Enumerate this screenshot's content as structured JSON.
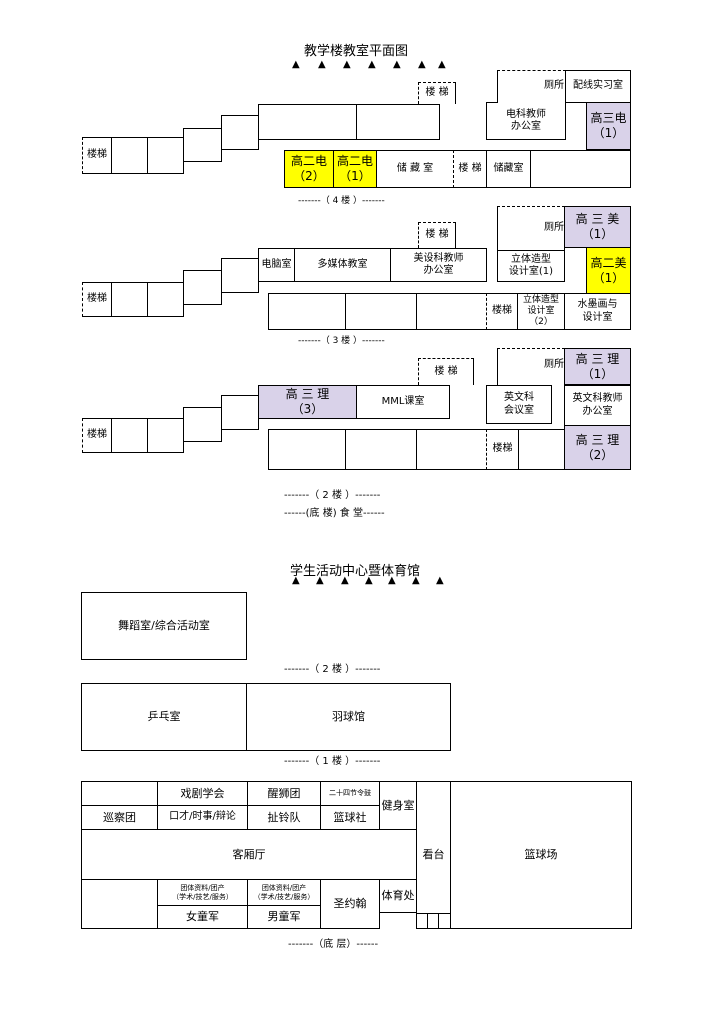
{
  "teaching_building": {
    "title": "教学楼教室平面图",
    "floor4": {
      "stairs_left": "楼梯",
      "stairs_top": "楼 梯",
      "gao2dian2": "高二电\n（2）",
      "gao2dian1": "高二电\n（1）",
      "storage1": "储 藏 室",
      "stairs_mid": "楼 梯",
      "storage2": "储藏室",
      "toilet": "厕所",
      "wiring_room": "配线实习室",
      "ee_office": "电科教师\n办公室",
      "gao3dian1": "高三电\n（1）",
      "caption": "-------（ 4  楼 ）-------"
    },
    "floor3": {
      "stairs_left": "楼梯",
      "stairs_top": "楼 梯",
      "computer_room": "电脑室",
      "multimedia": "多媒体教室",
      "art_office": "美设科教师\n办公室",
      "model_room1": "立体造型\n设计室(1)",
      "toilet": "厕所",
      "gao3mei1": "高 三 美\n（1）",
      "gao2mei1": "高二美\n（1）",
      "stairs_right": "楼梯",
      "model_room2": "立体造型\n设计室\n（2）",
      "ink_room": "水墨画与\n设计室",
      "caption": "-------（ 3  楼 ）-------"
    },
    "floor2": {
      "stairs_left": "楼梯",
      "stairs_top": "楼 梯",
      "gao3li3": "高 三 理\n（3）",
      "mml_room": "MML课室",
      "eng_meeting": "英文科\n会议室",
      "toilet": "厕所",
      "gao3li1": "高 三 理\n（1）",
      "eng_office": "英文科教师\n办公室",
      "stairs_right": "楼梯",
      "gao3li2": "高 三 理\n（2）",
      "caption": "-------（  2   楼 ）-------",
      "ground_caption": "------(底  楼)  食 堂------"
    }
  },
  "activity_center": {
    "title": "学生活动中心暨体育馆",
    "floor2": {
      "dance_room": "舞蹈室/综合活动室",
      "caption": "-------（  2   楼 ）-------"
    },
    "floor1": {
      "pingpong": "乒乓室",
      "badminton": "羽球馆",
      "caption": "-------（  1   楼 ）-------"
    },
    "ground": {
      "drama": "戏剧学会",
      "lion": "醒狮团",
      "drum": "二十四节令鼓",
      "gym": "健身室",
      "stand": "看台",
      "basketball_court": "篮球场",
      "patrol": "巡察团",
      "debate": "口才/时事/辩论",
      "bell": "扯铃队",
      "basketball_club": "篮球社",
      "hall": "客厢厅",
      "group_a": "团体资料/团产\n（学术/技艺/服务）",
      "group_b": "团体资料/团产\n（学术/技艺/服务）",
      "st_john": "圣约翰",
      "pe_office": "体育处",
      "girl_guides": "女童军",
      "boy_scouts": "男童军",
      "caption": "-------（底    层）------"
    }
  }
}
